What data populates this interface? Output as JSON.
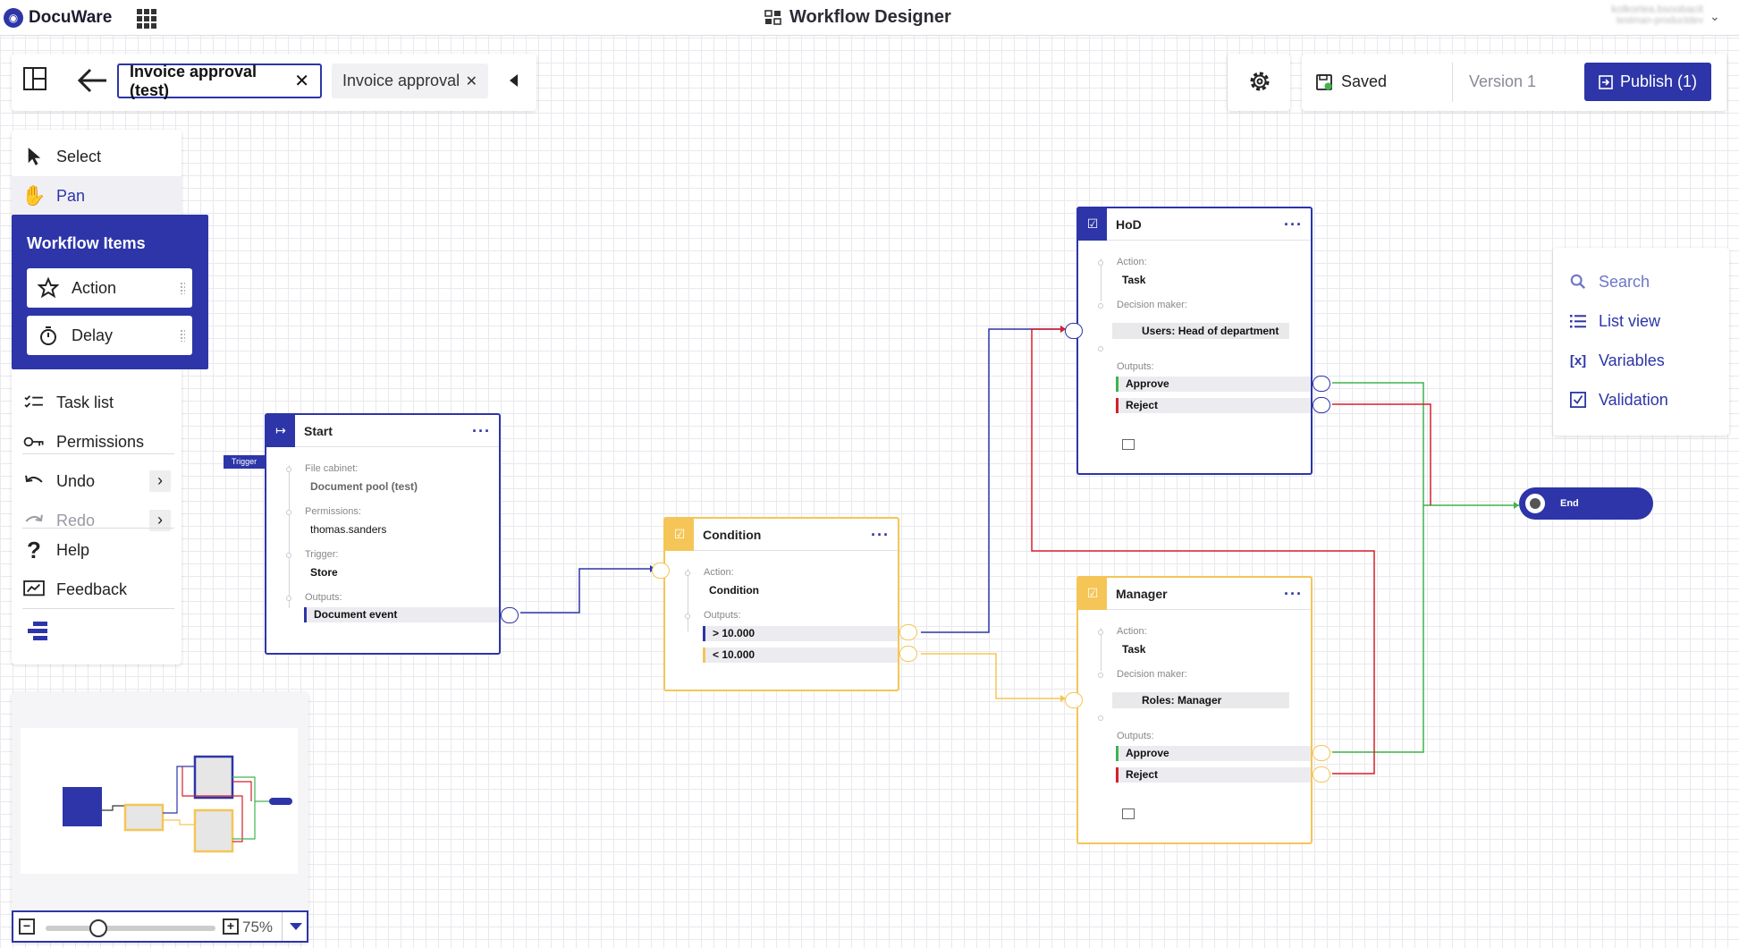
{
  "header": {
    "brand": "DocuWare",
    "title": "Workflow Designer",
    "user_name": "kolkorlea.bsoobacit",
    "user_org": "testman-productdev"
  },
  "tabs": {
    "active": "Invoice approval (test)",
    "inactive": "Invoice approval"
  },
  "toolbar": {
    "saved_label": "Saved",
    "version_label": "Version 1",
    "publish_label": "Publish (1)"
  },
  "tools": {
    "select": "Select",
    "pan": "Pan",
    "workflow_items_title": "Workflow Items",
    "action": "Action",
    "delay": "Delay",
    "task_list": "Task list",
    "permissions": "Permissions",
    "undo": "Undo",
    "redo": "Redo",
    "help": "Help",
    "feedback": "Feedback"
  },
  "zoom": {
    "level_label": "75%",
    "level": 0.75
  },
  "side_panel": {
    "search": "Search",
    "list_view": "List view",
    "variables": "Variables",
    "validation": "Validation"
  },
  "nodes": {
    "start": {
      "title": "Start",
      "trigger_tag": "Trigger",
      "file_cabinet_label": "File cabinet:",
      "file_cabinet_value": "Document pool (test)",
      "permissions_label": "Permissions:",
      "permissions_value": "thomas.sanders",
      "trigger_label": "Trigger:",
      "trigger_value": "Store",
      "outputs_label": "Outputs:",
      "outputs": [
        "Document event"
      ]
    },
    "condition": {
      "title": "Condition",
      "action_label": "Action:",
      "action_value": "Condition",
      "outputs_label": "Outputs:",
      "outputs": [
        "> 10.000",
        "< 10.000"
      ]
    },
    "hod": {
      "title": "HoD",
      "action_label": "Action:",
      "action_value": "Task",
      "decision_label": "Decision maker:",
      "decision_value": "Users: Head of department",
      "outputs_label": "Outputs:",
      "outputs": [
        "Approve",
        "Reject"
      ]
    },
    "manager": {
      "title": "Manager",
      "action_label": "Action:",
      "action_value": "Task",
      "decision_label": "Decision maker:",
      "decision_value": "Roles: Manager",
      "outputs_label": "Outputs:",
      "outputs": [
        "Approve",
        "Reject"
      ]
    },
    "end": {
      "title": "End"
    }
  },
  "colors": {
    "primary": "#2d35a8",
    "condition": "#f5c557",
    "approve": "#3fb34f",
    "reject": "#d4202c",
    "text_muted": "#8a8a98"
  }
}
